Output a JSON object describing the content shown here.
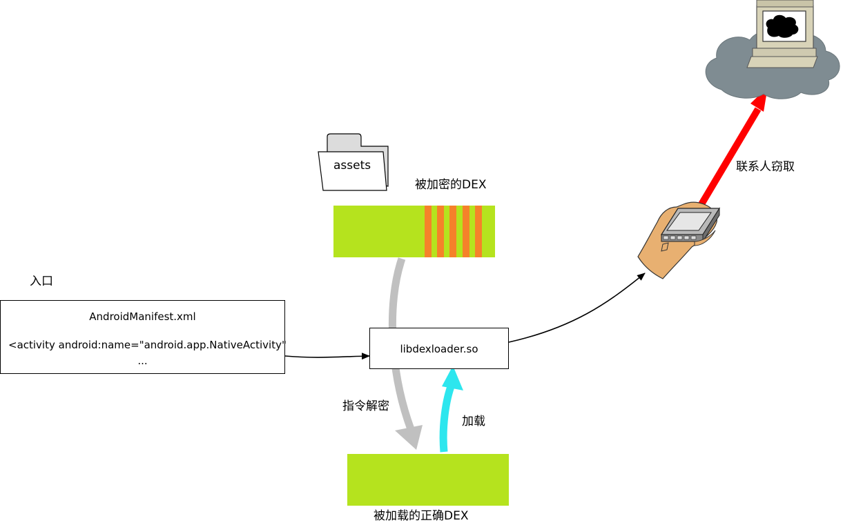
{
  "labels": {
    "entry": "入口",
    "encrypted_dex": "被加密的DEX",
    "decrypt": "指令解密",
    "load": "加载",
    "loaded_dex": "被加载的正确DEX",
    "steal": "联系人窃取"
  },
  "assets_folder": {
    "label": "assets"
  },
  "manifest": {
    "filename": "AndroidManifest.xml",
    "line": "<activity android:name=\"android.app.NativeActivity\"",
    "ellipsis": "..."
  },
  "loader": {
    "label": "libdexloader.so"
  },
  "colors": {
    "dex_green": "#b5e31e",
    "stripe_orange": "#f5822a",
    "decrypt_arrow": "#c0c0c0",
    "load_arrow": "#2de6ee",
    "steal_arrow": "#ff0000",
    "cloud": "#7f8c92"
  },
  "icons": [
    "folder-icon",
    "handheld-device-icon",
    "cloud-icon",
    "computer-terminal-icon"
  ]
}
